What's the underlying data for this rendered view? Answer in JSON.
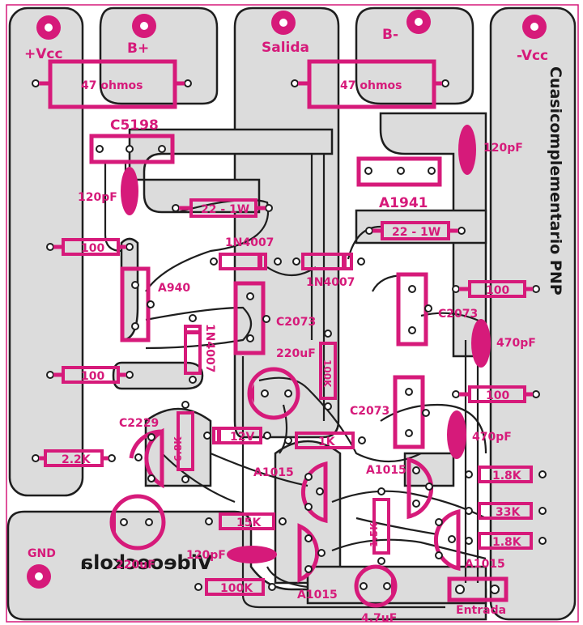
{
  "board": {
    "title_mirrored": "Cuasicomplementario PNP",
    "brand_mirrored": "Videoeckola",
    "colors": {
      "silkscreen": "#d61a7a",
      "copper": "#dcdcdc",
      "outline": "#1e1e1e",
      "background": "#ffffff"
    }
  },
  "terminals": {
    "vcc_pos": "+Vcc",
    "b_pos": "B+",
    "salida": "Salida",
    "b_neg": "B-",
    "vcc_neg": "-Vcc",
    "gnd": "GND",
    "entrada": "Entrada"
  },
  "components": {
    "r_47_left": "47 ohmos",
    "r_47_right": "47 ohmos",
    "q_c5198": "C5198",
    "q_a1941": "A1941",
    "c_120pf_left": "120pF",
    "c_120pf_right": "120pF",
    "r_22_1w_left": "22 - 1W",
    "r_22_1w_right": "22 - 1W",
    "r_100_top_left": "100",
    "r_100_bottom_left": "100",
    "r_100_top_right": "100",
    "r_100_bottom_right": "100",
    "d_1n4007_a": "1N4007",
    "d_1n4007_b": "1N4007",
    "d_1n4007_c": "1N4007",
    "q_a940": "A940",
    "q_c2073_a": "C2073",
    "q_c2073_b": "C2073",
    "q_c2073_c": "C2073",
    "c_220uf_top": "220uF",
    "r_100k_vert": "100K",
    "c_470pf_a": "470pF",
    "c_470pf_b": "470pF",
    "q_c2229": "C2229",
    "r_6_8k": "6.8K",
    "z_12v": "12V",
    "r_2_2k": "2.2K",
    "r_1k": "1K",
    "q_a1015_a": "A1015",
    "q_a1015_b": "A1015",
    "q_a1015_c": "A1015",
    "q_a1015_d": "A1015",
    "r_1_8k_a": "1.8K",
    "r_33k": "33K",
    "r_1_8k_b": "1.8K",
    "r_15k": "15K",
    "r_1_5k": "1.5K",
    "c_220uf_bottom": "220uF",
    "c_120pf_bottom": "120pF",
    "r_100k_bottom": "100K",
    "c_4_7uf": "4.7uF"
  }
}
